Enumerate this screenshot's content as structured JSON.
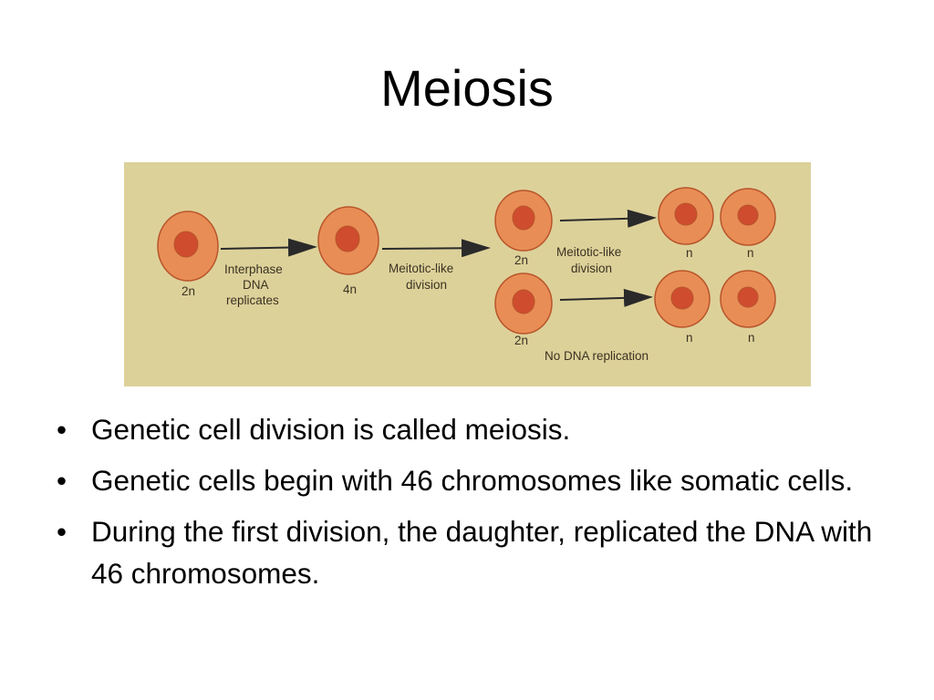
{
  "slide": {
    "title": "Meiosis"
  },
  "diagram": {
    "colors": {
      "background": "#ddd19a",
      "cell_fill": "#e98d56",
      "cell_stroke": "#b8552a",
      "nucleus_fill": "#cf4c2f",
      "arrow": "#2a2a2a",
      "text": "#3a3322"
    },
    "cells": [
      {
        "id": "start",
        "label": "2n"
      },
      {
        "id": "replicated",
        "label": "4n"
      },
      {
        "id": "first-division-top",
        "label": "2n"
      },
      {
        "id": "first-division-bottom",
        "label": "2n"
      },
      {
        "id": "gamete-1",
        "label": "n"
      },
      {
        "id": "gamete-2",
        "label": "n"
      },
      {
        "id": "gamete-3",
        "label": "n"
      },
      {
        "id": "gamete-4",
        "label": "n"
      }
    ],
    "steps": [
      {
        "id": "interphase",
        "lines": [
          "Interphase",
          "DNA",
          "replicates"
        ]
      },
      {
        "id": "division-1",
        "lines": [
          "Meitotic-like",
          "division"
        ]
      },
      {
        "id": "division-2",
        "lines": [
          "Meitotic-like",
          "division"
        ]
      }
    ],
    "footer_note": "No DNA replication"
  },
  "bullets": [
    {
      "marker": "•",
      "text": "Genetic cell division is called meiosis."
    },
    {
      "marker": "•",
      "text": "Genetic cells begin with 46 chromosomes like somatic cells."
    },
    {
      "marker": "•",
      "text": "During the first  division, the daughter, replicated the DNA with 46 chromosomes."
    }
  ]
}
